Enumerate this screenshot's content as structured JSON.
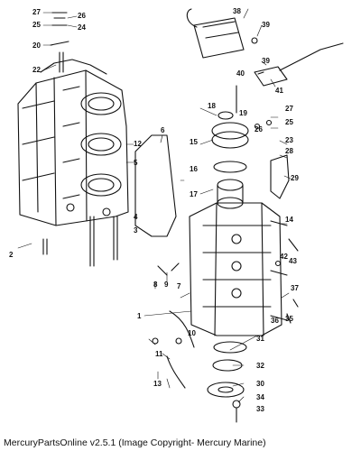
{
  "caption": "MercuryPartsOnline v2.5.1 (Image Copyright- Mercury Marine)",
  "callouts": {
    "c1": "1",
    "c2": "2",
    "c3": "3",
    "c4": "4",
    "c5": "5",
    "c6": "6",
    "c7": "7",
    "c8": "8",
    "c9": "9",
    "c10": "10",
    "c11": "11",
    "c12": "12",
    "c13": "13",
    "c14": "14",
    "c15": "15",
    "c16": "16",
    "c17": "17",
    "c18": "18",
    "c19": "19",
    "c20": "20",
    "c22": "22",
    "c23": "23",
    "c24": "24",
    "c25a": "25",
    "c25b": "25",
    "c26a": "26",
    "c26b": "26",
    "c27a": "27",
    "c27b": "27",
    "c28": "28",
    "c29": "29",
    "c30": "30",
    "c31": "31",
    "c32": "32",
    "c33": "33",
    "c34": "34",
    "c35": "35",
    "c36": "36",
    "c37": "37",
    "c38": "38",
    "c39a": "39",
    "c39b": "39",
    "c40": "40",
    "c41": "41",
    "c42": "42",
    "c43": "43"
  },
  "colors": {
    "ink": "#111111",
    "paper": "#ffffff"
  }
}
